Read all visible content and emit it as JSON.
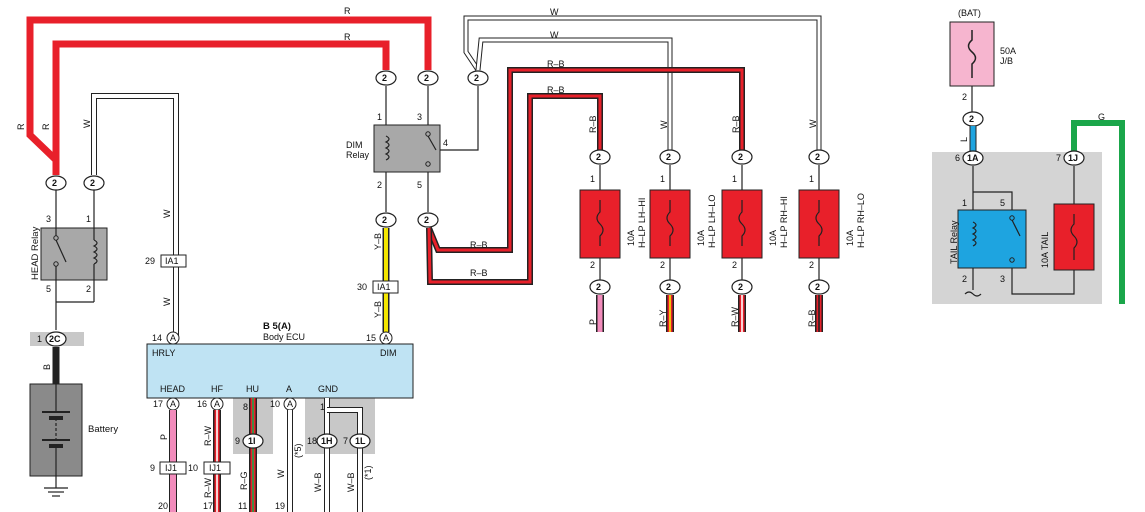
{
  "colors": {
    "red": "#e8202a",
    "white_wire": "#ffffff",
    "pink": "#f28cbc",
    "yellow": "#f4e600",
    "blue": "#1ea4e0",
    "green": "#1aa64a",
    "black": "#222222",
    "relay_fill": "#a8a8a8",
    "fuse_fill": "#e8202a",
    "ecu_fill": "#bfe3f3",
    "tail_area": "#d4d4d4",
    "tail_relay_fill": "#1ea4e0",
    "bat_fuse_fill": "#f6b5cf",
    "connector_strip": "#c8c8c8"
  },
  "wires": {
    "top_r_outer": "R",
    "top_r_inner": "R",
    "left_r_1": "R",
    "left_r_2": "R",
    "left_w": "W",
    "w_top_1": "W",
    "w_top_2": "W",
    "w_top_3": "W",
    "rb_upper": "R–B",
    "rb_lower": "R–B",
    "rb_vert_1": "R–B",
    "rb_vert_2": "R–B",
    "rb_horiz_1": "R–B",
    "rb_horiz_2": "R–B",
    "y_b_upper": "Y–B",
    "y_b_lower": "Y–B",
    "w_ecu": "W",
    "w_ecu2": "W",
    "tail_l": "L",
    "tail_g": "G",
    "battery_b": "B",
    "out_p": "P",
    "out_ry": "R–Y",
    "out_rw": "R–W",
    "out_rb": "R–B",
    "ecu_p": "P",
    "ecu_rw": "R–W",
    "ecu_rw2": "R–W",
    "ecu_rg": "R–G",
    "ecu_w": "W",
    "ecu_wb1": "W–B",
    "ecu_wb2": "W–B",
    "ecu_note1": "(*1)",
    "ecu_note5": "(*5)"
  },
  "connectors": {
    "c2": "2",
    "ia1": "IA1",
    "ia1_pin_29": "29",
    "ia1_pin_30": "30",
    "c2c": "2C",
    "c2c_pin": "1",
    "ij1": "IJ1",
    "ij1_pin_9": "9",
    "ij1_pin_10": "10",
    "c1i": "1I",
    "c1i_pin": "9",
    "c1h": "1H",
    "c1h_pin": "18",
    "c1l": "1L",
    "c1l_pin": "7",
    "c1a": "1A",
    "c1a_pin": "6",
    "c1j": "1J",
    "c1j_pin": "7",
    "a": "A"
  },
  "pins": {
    "p1": "1",
    "p2": "2",
    "p3": "3",
    "p4": "4",
    "p5": "5",
    "p14": "14",
    "p15": "15",
    "p17": "17",
    "p16": "16",
    "p8": "8",
    "p10": "10",
    "p20": "20",
    "p11": "11",
    "p19": "19",
    "p17b": "17"
  },
  "components": {
    "head_relay": "HEAD Relay",
    "dim_relay_1": "DIM",
    "dim_relay_2": "Relay",
    "battery": "Battery",
    "ecu_code": "B 5(A)",
    "ecu_name": "Body ECU",
    "bat_label": "(BAT)",
    "bat_fuse_1": "50A",
    "bat_fuse_2": "J/B",
    "tail_relay": "TAIL Relay",
    "tail_fuse": "10A TAIL",
    "fuse_lh_hi_1": "10A",
    "fuse_lh_hi_2": "H–LP LH–HI",
    "fuse_lh_lo_1": "10A",
    "fuse_lh_lo_2": "H–LP LH–LO",
    "fuse_rh_hi_1": "10A",
    "fuse_rh_hi_2": "H–LP RH–HI",
    "fuse_rh_lo_1": "10A",
    "fuse_rh_lo_2": "H–LP RH–LO"
  },
  "ecu_terminals": {
    "hrly": "HRLY",
    "dim": "DIM",
    "head": "HEAD",
    "hf": "HF",
    "hu": "HU",
    "a": "A",
    "gnd": "GND"
  }
}
